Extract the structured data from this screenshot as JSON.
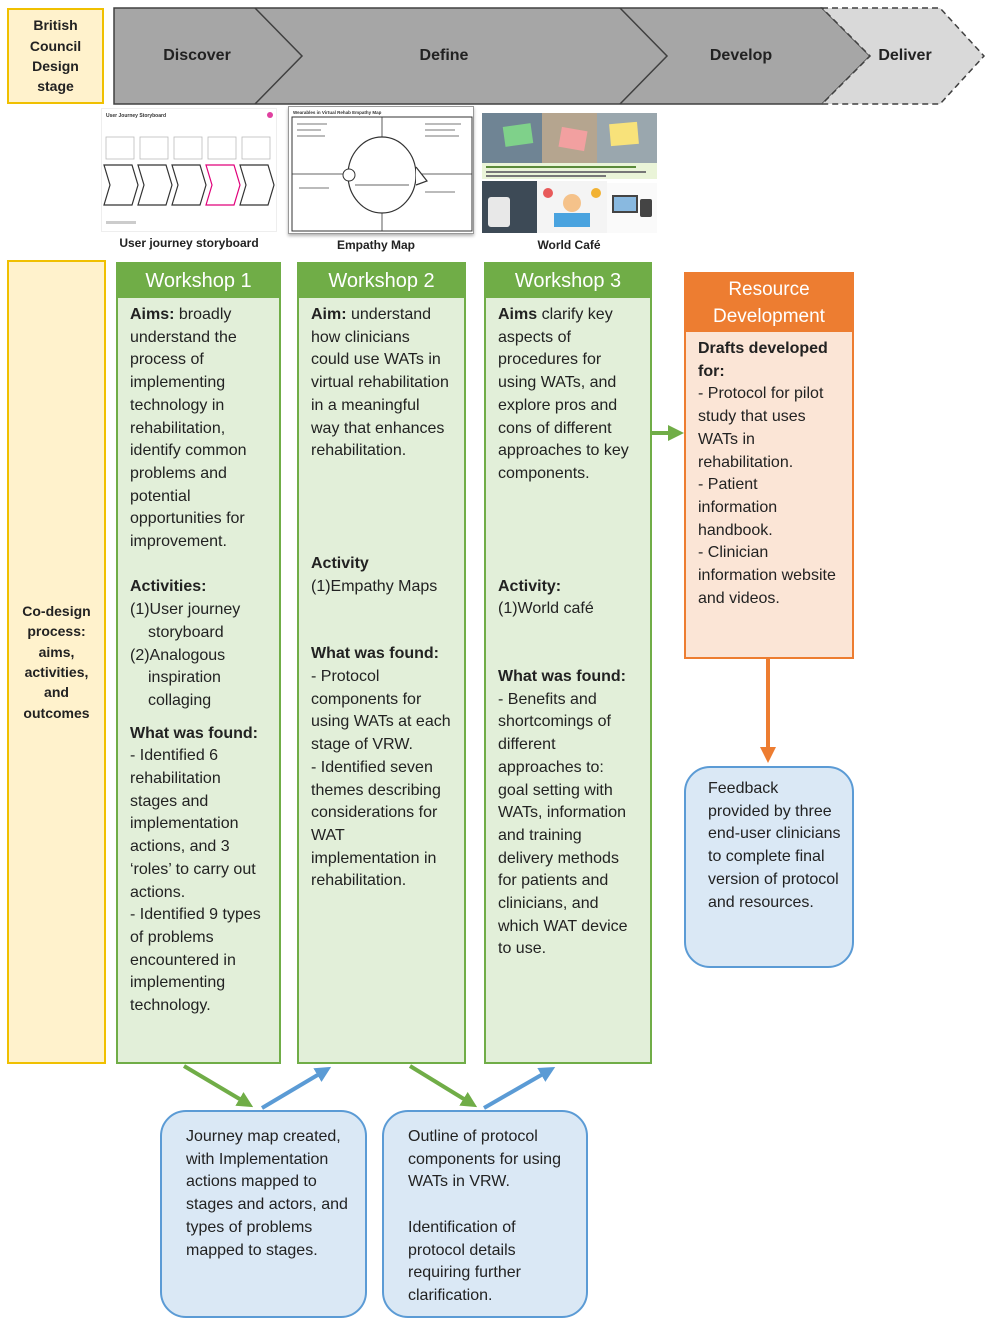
{
  "stage_label": "British\nCouncil\nDesign\nstage",
  "stages": [
    "Discover",
    "Define",
    "Develop",
    "Deliver"
  ],
  "thumbnails": [
    {
      "caption": "User journey storyboard",
      "inner_title": "User Journey Storyboard"
    },
    {
      "caption": "Empathy Map",
      "inner_title": "Wearables in Virtual Rehab Empathy Map"
    },
    {
      "caption": "World Café"
    }
  ],
  "side_label": "Co-design\nprocess:\naims,\nactivities,\nand\noutcomes",
  "workshops": [
    {
      "title": "Workshop 1",
      "aim_label": "Aims:",
      "aim_text": " broadly understand the process of implementing technology in rehabilitation, identify common problems and potential opportunities for improvement.",
      "activity_label": "Activities:",
      "activities": [
        "(1)User journey storyboard",
        "(2)Analogous inspiration collaging"
      ],
      "found_label": "What was found:",
      "found": [
        "- Identified 6 rehabilitation stages and implementation actions, and 3 ‘roles’ to carry out actions.",
        "- Identified 9 types of problems encountered in implementing technology."
      ]
    },
    {
      "title": "Workshop 2",
      "aim_label": "Aim:",
      "aim_text": " understand how clinicians could use WATs in virtual rehabilitation in a meaningful way that enhances rehabilitation.",
      "activity_label": "Activity",
      "activities": [
        "(1)Empathy Maps"
      ],
      "found_label": "What was found:",
      "found": [
        "- Protocol components for using WATs at each stage of VRW.",
        "- Identified seven themes describing considerations for WAT implementation in rehabilitation."
      ]
    },
    {
      "title": "Workshop 3",
      "aim_label": "Aims",
      "aim_text": " clarify key aspects of procedures for using WATs, and explore pros and cons of different approaches to key components.",
      "activity_label": "Activity:",
      "activities": [
        "(1)World café"
      ],
      "found_label": "What was found:",
      "found": [
        "- Benefits and shortcomings of different approaches to: goal setting with WATs, information and training delivery methods for patients and clinicians, and which WAT device to use."
      ]
    }
  ],
  "resource": {
    "title": "Resource Development",
    "drafts_label": "Drafts developed for:",
    "items": [
      "- Protocol for pilot study that uses WATs in rehabilitation.",
      "- Patient information handbook.",
      "- Clinician information website and videos."
    ]
  },
  "feedback": "Feedback provided by three end-user clinicians to complete final version of protocol and resources.",
  "outcome1": "Journey map created, with Implementation actions mapped to stages and actors, and types of problems mapped to stages.",
  "outcome2_a": "Outline of protocol components for using WATs in VRW.",
  "outcome2_b": "Identification of protocol details requiring further clarification.",
  "colors": {
    "stage_gray": "#a6a6a6",
    "stage_light": "#d9d9d9",
    "yellow_fill": "#fff2cc",
    "yellow_border": "#f0c000",
    "workshop_green": "#70ad47",
    "workshop_fill": "#e2efd9",
    "resource_orange": "#ed7d31",
    "resource_fill": "#fbe5d6",
    "outcome_blue": "#5b9bd5",
    "outcome_fill": "#dae8f5"
  }
}
